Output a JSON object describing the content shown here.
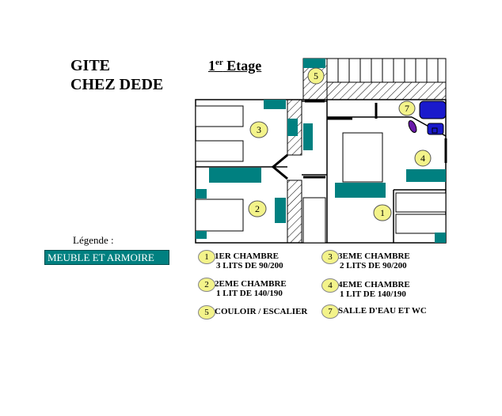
{
  "header": {
    "title_line1": "GITE",
    "title_line2": "CHEZ DEDE",
    "floor_ordinal": "1",
    "floor_sup": "er",
    "floor_label": " Etage"
  },
  "legend": {
    "label": "Légende :",
    "furniture": "MEUBLE ET ARMOIRE"
  },
  "colors": {
    "furniture": "#008080",
    "badge": "#f3f38a",
    "bath": "#1a1acc",
    "wall": "#000000"
  },
  "plan_markers": [
    "1",
    "2",
    "3",
    "4",
    "5",
    "7"
  ],
  "rooms": [
    {
      "num": "1",
      "line1": "1ER CHAMBRE",
      "line2": "3 LITS DE 90/200"
    },
    {
      "num": "3",
      "line1": "3EME CHAMBRE",
      "line2": "2 LITS DE 90/200"
    },
    {
      "num": "2",
      "line1": "2EME CHAMBRE",
      "line2": "1 LIT DE 140/190"
    },
    {
      "num": "4",
      "line1": "4EME CHAMBRE",
      "line2": "1 LIT DE 140/190"
    },
    {
      "num": "5",
      "line1": "COULOIR / ESCALIER",
      "line2": ""
    },
    {
      "num": "7",
      "line1": "SALLE D'EAU ET WC",
      "line2": ""
    }
  ]
}
